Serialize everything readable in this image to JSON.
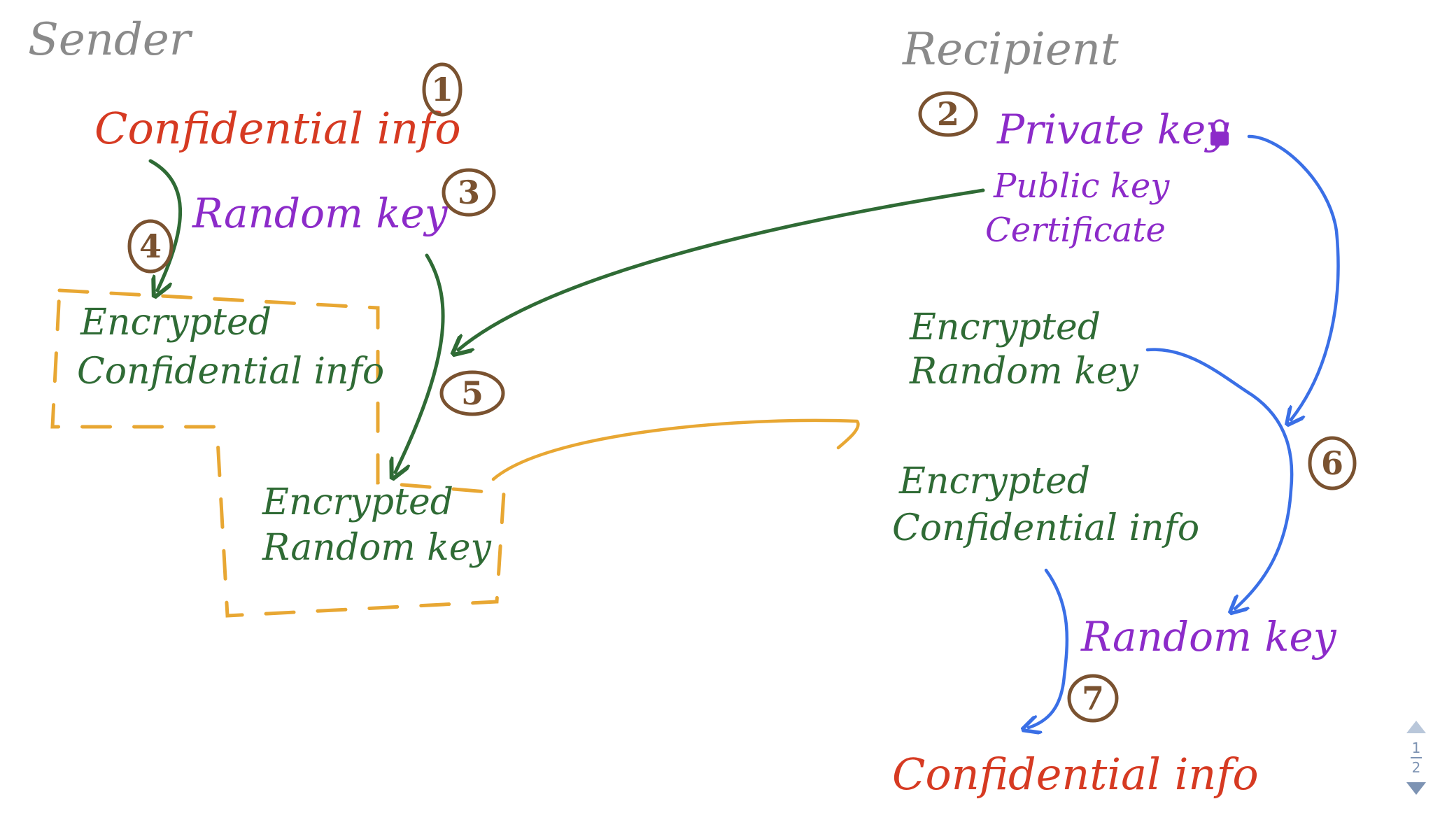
{
  "sender": {
    "heading": "Sender",
    "confidential_info": "Confidential info",
    "random_key": "Random key",
    "encrypted_confidential_line1": "Encrypted",
    "encrypted_confidential_line2": "Confidential info",
    "encrypted_random_line1": "Encrypted",
    "encrypted_random_line2": "Random key"
  },
  "recipient": {
    "heading": "Recipient",
    "private_key": "Private key",
    "public_key_line1": "Public key",
    "public_key_line2": "Certificate",
    "encrypted_random_line1": "Encrypted",
    "encrypted_random_line2": "Random key",
    "encrypted_confidential_line1": "Encrypted",
    "encrypted_confidential_line2": "Confidential info",
    "random_key": "Random key",
    "confidential_info": "Confidential info"
  },
  "steps": [
    "1",
    "2",
    "3",
    "4",
    "5",
    "6",
    "7"
  ],
  "pager": {
    "current": "1",
    "total": "2"
  },
  "colors": {
    "heading": "#8a8a8a",
    "plaintext": "#d63a22",
    "key": "#8c2bc9",
    "encrypted": "#2f6b35",
    "step_circle": "#7a5230",
    "decrypt_arrow": "#3a6fe6",
    "bundle": "#e8a733"
  },
  "icons": [
    "padlock-icon",
    "page-up-icon",
    "page-down-icon"
  ]
}
